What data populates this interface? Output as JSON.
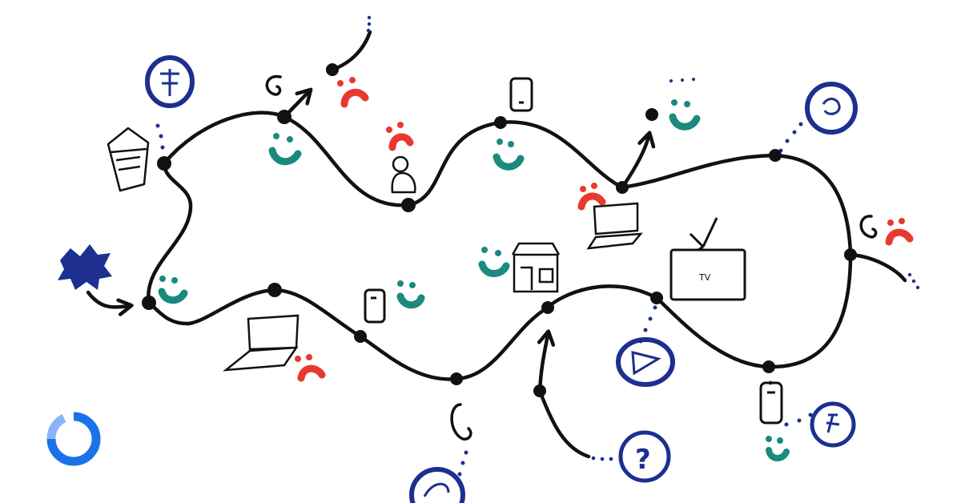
{
  "colors": {
    "ink": "#111111",
    "happy": "#1a8a7e",
    "sad": "#e8392f",
    "blue": "#1d2f8f",
    "brand": "#1a73e8"
  },
  "labels": {
    "tv": "TV",
    "question": "?"
  },
  "touchpoints": [
    {
      "kind": "store",
      "sentiment": "neutral"
    },
    {
      "kind": "phone-call",
      "sentiment": "happy"
    },
    {
      "kind": "customer",
      "sentiment": "sad"
    },
    {
      "kind": "mobile",
      "sentiment": "happy"
    },
    {
      "kind": "laptop",
      "sentiment": "sad"
    },
    {
      "kind": "channel",
      "sentiment": "neutral"
    },
    {
      "kind": "phone-call",
      "sentiment": "sad"
    },
    {
      "kind": "tv",
      "sentiment": "neutral"
    },
    {
      "kind": "store",
      "sentiment": "happy"
    },
    {
      "kind": "mobile",
      "sentiment": "happy"
    },
    {
      "kind": "laptop",
      "sentiment": "sad"
    },
    {
      "kind": "phone-call",
      "sentiment": "neutral"
    },
    {
      "kind": "mobile",
      "sentiment": "happy"
    },
    {
      "kind": "help",
      "sentiment": "neutral"
    },
    {
      "kind": "start",
      "sentiment": "happy"
    }
  ]
}
